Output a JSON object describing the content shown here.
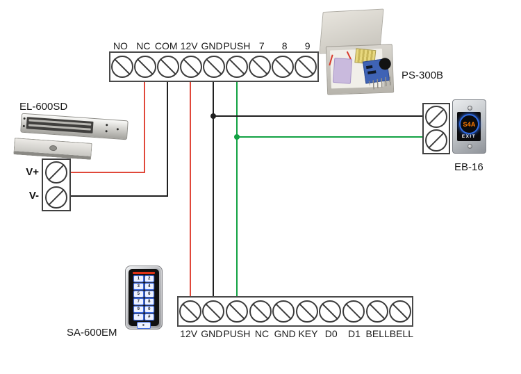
{
  "colors": {
    "red": "#e0483a",
    "black": "#202020",
    "green": "#12a243"
  },
  "top_terminal_block": {
    "labels": [
      "NO",
      "NC",
      "COM",
      "12V",
      "GND",
      "PUSH",
      "7",
      "8",
      "9"
    ]
  },
  "bottom_terminal_block": {
    "labels": [
      "12V",
      "GND",
      "PUSH",
      "NC",
      "GND",
      "KEY",
      "D0",
      "D1",
      "BELL",
      "BELL"
    ]
  },
  "lock_terminal_block": {
    "labels": [
      "V+",
      "V-"
    ]
  },
  "components": {
    "maglock": {
      "label": "EL-600SD"
    },
    "power_supply": {
      "label": "PS-300B"
    },
    "exit_button": {
      "label": "EB-16",
      "button_brand": "S4A",
      "button_text": "EXIT"
    },
    "keypad": {
      "label": "SA-600EM",
      "keys": [
        "1",
        "2",
        "3",
        "4",
        "5",
        "6",
        "7",
        "8",
        "9",
        "0",
        "*",
        "#"
      ],
      "bell_key": "▸"
    }
  }
}
